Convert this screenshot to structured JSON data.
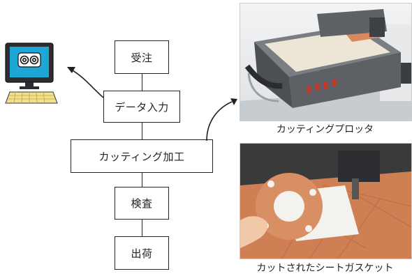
{
  "flow": {
    "steps": [
      {
        "label": "受注"
      },
      {
        "label": "データ入力"
      },
      {
        "label": "カッティング加工"
      },
      {
        "label": "検査"
      },
      {
        "label": "出荷"
      }
    ]
  },
  "photos": {
    "plotter": {
      "caption": "カッティングプロッタ"
    },
    "gasket": {
      "caption": "カットされたシートガスケット"
    }
  },
  "colors": {
    "line": "#222222",
    "monitor_screen": "#1ea6d6",
    "keyboard": "#f3e08a",
    "machine_gray": "#6c6f74",
    "gasket_orange": "#d9895f"
  },
  "icons": {
    "computer": "computer-icon",
    "arrow_left": "curved-arrow-icon",
    "arrow_right": "curved-arrow-icon"
  }
}
